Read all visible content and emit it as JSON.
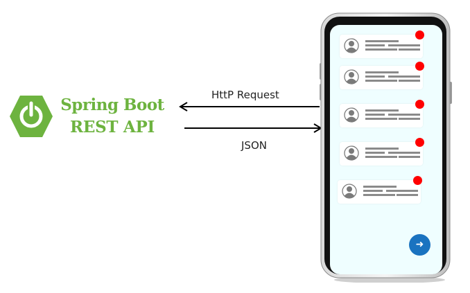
{
  "logo": {
    "line1": "Spring Boot",
    "line2": "REST API",
    "brand_color": "#6db33f",
    "icon": "power-icon"
  },
  "arrows": {
    "request_label": "HttP Request",
    "response_label": "JSON"
  },
  "phone": {
    "screen_color": "#effeff",
    "notification_dot_color": "#ff0000",
    "notification_count": 5,
    "fab_icon": "arrow-right-icon",
    "fab_glyph": "➜",
    "fab_color": "#1a73c0"
  }
}
